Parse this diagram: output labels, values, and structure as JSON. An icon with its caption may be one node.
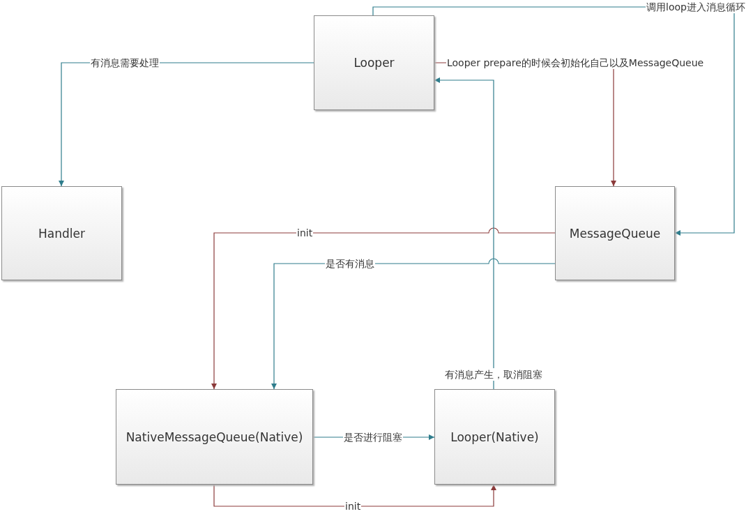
{
  "diagram": {
    "nodes": [
      {
        "text": [
          "Looper"
        ]
      },
      {
        "text": [
          "Handler"
        ]
      },
      {
        "text": [
          "MessageQueue"
        ]
      },
      {
        "text": [
          "NativeMessageQueue(Native)"
        ]
      },
      {
        "text": [
          "Looper(Native)"
        ]
      }
    ],
    "edges": [
      {
        "from": 0,
        "to": 1,
        "arrow": "to",
        "label": "有消息需要处理"
      },
      {
        "from": 0,
        "to": 2,
        "arrow": "to",
        "label": "调用loop进入消息循环"
      },
      {
        "from": 0,
        "to": 2,
        "arrow": "to",
        "label": "Looper prepare的时候会初始化自己以及MessageQueue",
        "color": "#8b3a3a"
      },
      {
        "from": 2,
        "to": 3,
        "arrow": "to",
        "label": "init",
        "color": "#8b3a3a"
      },
      {
        "from": 2,
        "to": 3,
        "arrow": "to",
        "label": "是否有消息"
      },
      {
        "from": 3,
        "to": 4,
        "arrow": "to",
        "label": "是否进行阻塞"
      },
      {
        "from": 3,
        "to": 4,
        "arrow": "to",
        "label": "init",
        "color": "#8b3a3a"
      },
      {
        "from": 4,
        "to": 0,
        "arrow": "to",
        "label": "有消息产生，取消阻塞"
      }
    ]
  }
}
